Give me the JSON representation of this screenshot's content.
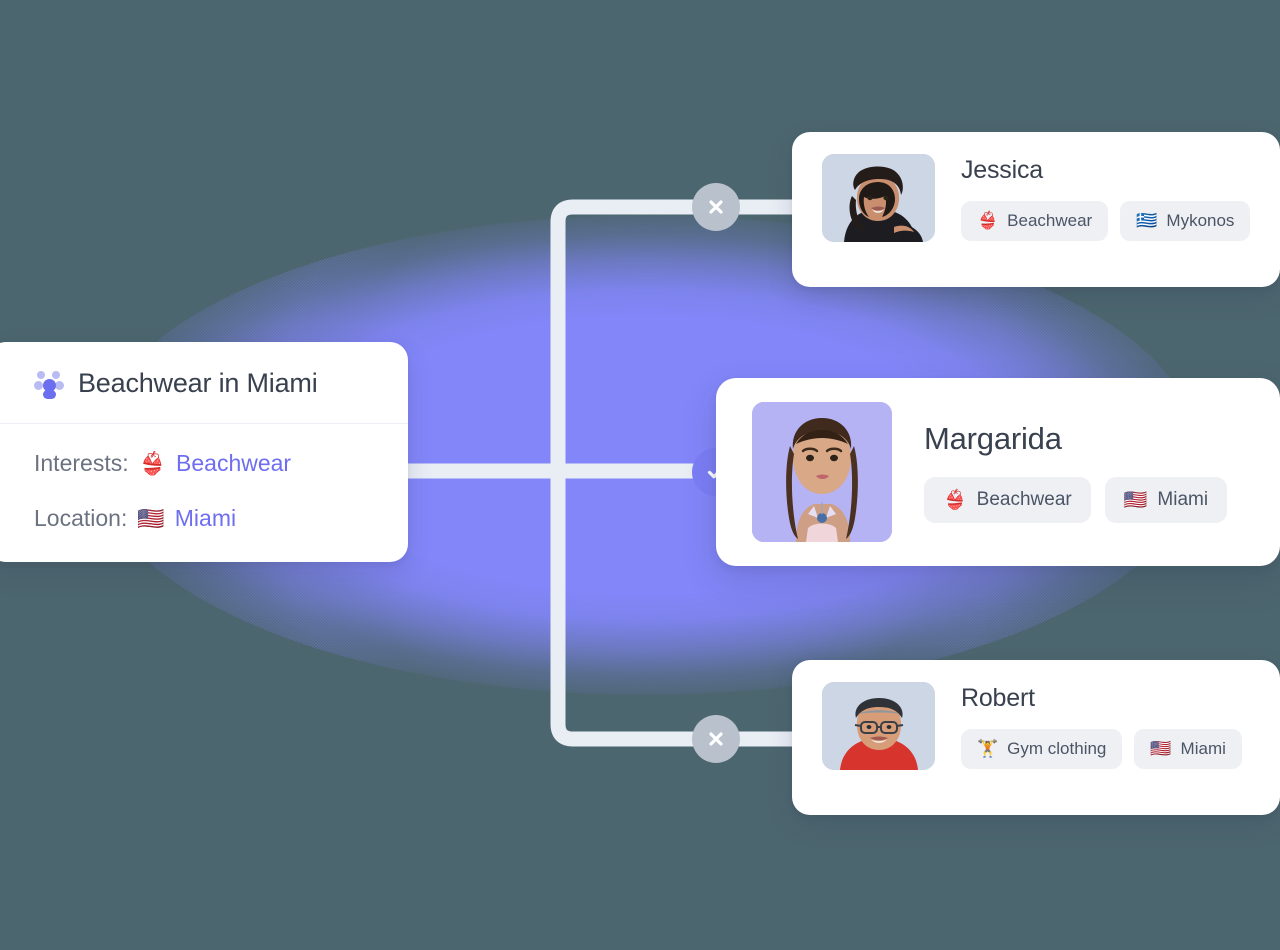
{
  "theme": {
    "page_background": "#4c666f",
    "blob_color": "#8286f8",
    "accent_purple": "#6d6ef0",
    "badge_accept_color": "#7b7ef5",
    "badge_reject_color": "#b8c1cc",
    "connector_color": "#e9edf4",
    "card_background": "#ffffff",
    "tag_background": "#eef0f4",
    "heading_color": "#39414f",
    "muted_text_color": "#6b7280"
  },
  "query_card": {
    "icon": "audience-group-icon",
    "title": "Beachwear in Miami",
    "rows": [
      {
        "label": "Interests:",
        "emoji": "👙",
        "emoji_name": "bikini-emoji",
        "value": "Beachwear"
      },
      {
        "label": "Location:",
        "emoji": "🇺🇸",
        "emoji_name": "flag-united-states-emoji",
        "value": "Miami"
      }
    ]
  },
  "matches": [
    {
      "id": "jessica",
      "name": "Jessica",
      "status": "rejected",
      "status_icon": "close-icon",
      "avatar_name": "avatar-jessica",
      "tags": [
        {
          "emoji": "👙",
          "emoji_name": "bikini-emoji",
          "label": "Beachwear"
        },
        {
          "emoji": "🇬🇷",
          "emoji_name": "flag-greece-emoji",
          "label": "Mykonos"
        }
      ]
    },
    {
      "id": "margarida",
      "name": "Margarida",
      "status": "accepted",
      "status_icon": "check-icon",
      "avatar_name": "avatar-margarida",
      "tags": [
        {
          "emoji": "👙",
          "emoji_name": "bikini-emoji",
          "label": "Beachwear"
        },
        {
          "emoji": "🇺🇸",
          "emoji_name": "flag-united-states-emoji",
          "label": "Miami"
        }
      ]
    },
    {
      "id": "robert",
      "name": "Robert",
      "status": "rejected",
      "status_icon": "close-icon",
      "avatar_name": "avatar-robert",
      "tags": [
        {
          "emoji": "🏋️",
          "emoji_name": "weightlifter-emoji",
          "label": "Gym clothing"
        },
        {
          "emoji": "🇺🇸",
          "emoji_name": "flag-united-states-emoji",
          "label": "Miami"
        }
      ]
    }
  ]
}
